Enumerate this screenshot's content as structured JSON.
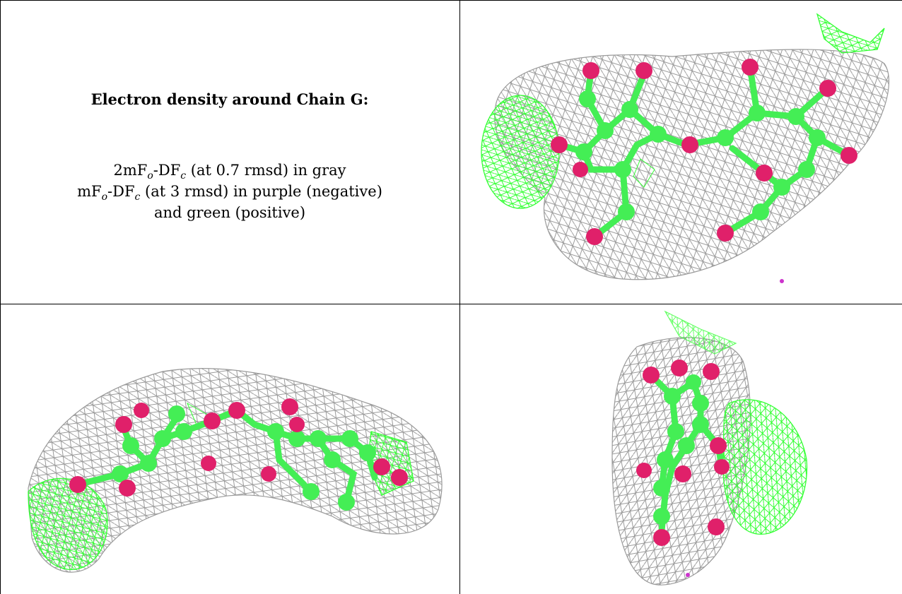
{
  "caption": {
    "title": "Electron density around Chain G:",
    "line1": {
      "a": "2mF",
      "sub1": "o",
      "b": "-DF",
      "sub2": "c",
      "c": " (at 0.7 rmsd) in gray"
    },
    "line2": {
      "a": "mF",
      "sub1": "o",
      "b": "-DF",
      "sub2": "c",
      "c": " (at 3 rmsd) in purple (negative)"
    },
    "line3": "and green (positive)"
  },
  "colors": {
    "density_gray": "#9a9a9a",
    "positive_green": "#33ff33",
    "negative_purple": "#cc33cc",
    "oxygen_red": "#e0206a",
    "carbon_green": "#44ee55",
    "border": "#000000"
  },
  "panels": [
    {
      "name": "view-top-right",
      "content": "ball-and-stick model in gray mesh with green mesh blobs"
    },
    {
      "name": "view-bottom-left",
      "content": "ball-and-stick model in gray mesh with green mesh blobs"
    },
    {
      "name": "view-bottom-right",
      "content": "ball-and-stick model in gray mesh with green mesh blobs"
    }
  ]
}
